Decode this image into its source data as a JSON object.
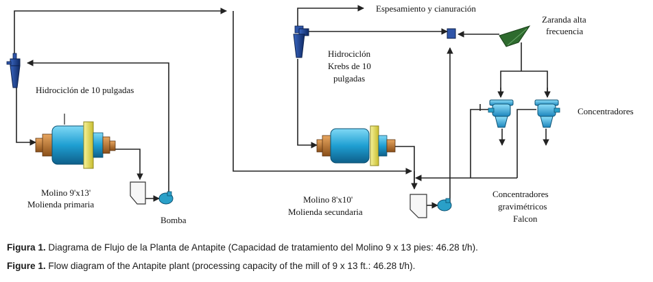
{
  "labels": {
    "hydrocyclone_10": "Hidrociclón de 10  pulgadas",
    "mill_9x13_line1": "Molino 9'x13'",
    "mill_9x13_line2": "Molienda primaria",
    "pump": "Bomba",
    "thickening": "Espesamiento y cianuración",
    "krebs_line1": "Hidrociclón",
    "krebs_line2": "Krebs de 10",
    "krebs_line3": "pulgadas",
    "screen_line1": "Zaranda alta",
    "screen_line2": "frecuencia",
    "concentrators": "Concentradores",
    "mill_8x10_line1": "Molino 8'x10'",
    "mill_8x10_line2": "Molienda secundaria",
    "falcon_line1": "Concentradores",
    "falcon_line2": "gravimétricos",
    "falcon_line3": "Falcon"
  },
  "caption": {
    "es_prefix": "Figura 1.",
    "es_text": " Diagrama de Flujo de la Planta de Antapite (Capacidad de tratamiento del Molino 9 x 13 pies: 46.28 t/h).",
    "en_prefix": "Figure 1.",
    "en_text": " Flow diagram of the Antapite plant (processing capacity of the mill of 9 x 13 ft.: 46.28 t/h)."
  },
  "colors": {
    "cyclone": "#1c3f8a",
    "mill_body": "#2aa8d8",
    "mill_ring": "#e8e060",
    "mill_end": "#c07a30",
    "pump": "#2aa0c8",
    "screen": "#2e6b2e",
    "concentrator": "#3ab0e0"
  }
}
